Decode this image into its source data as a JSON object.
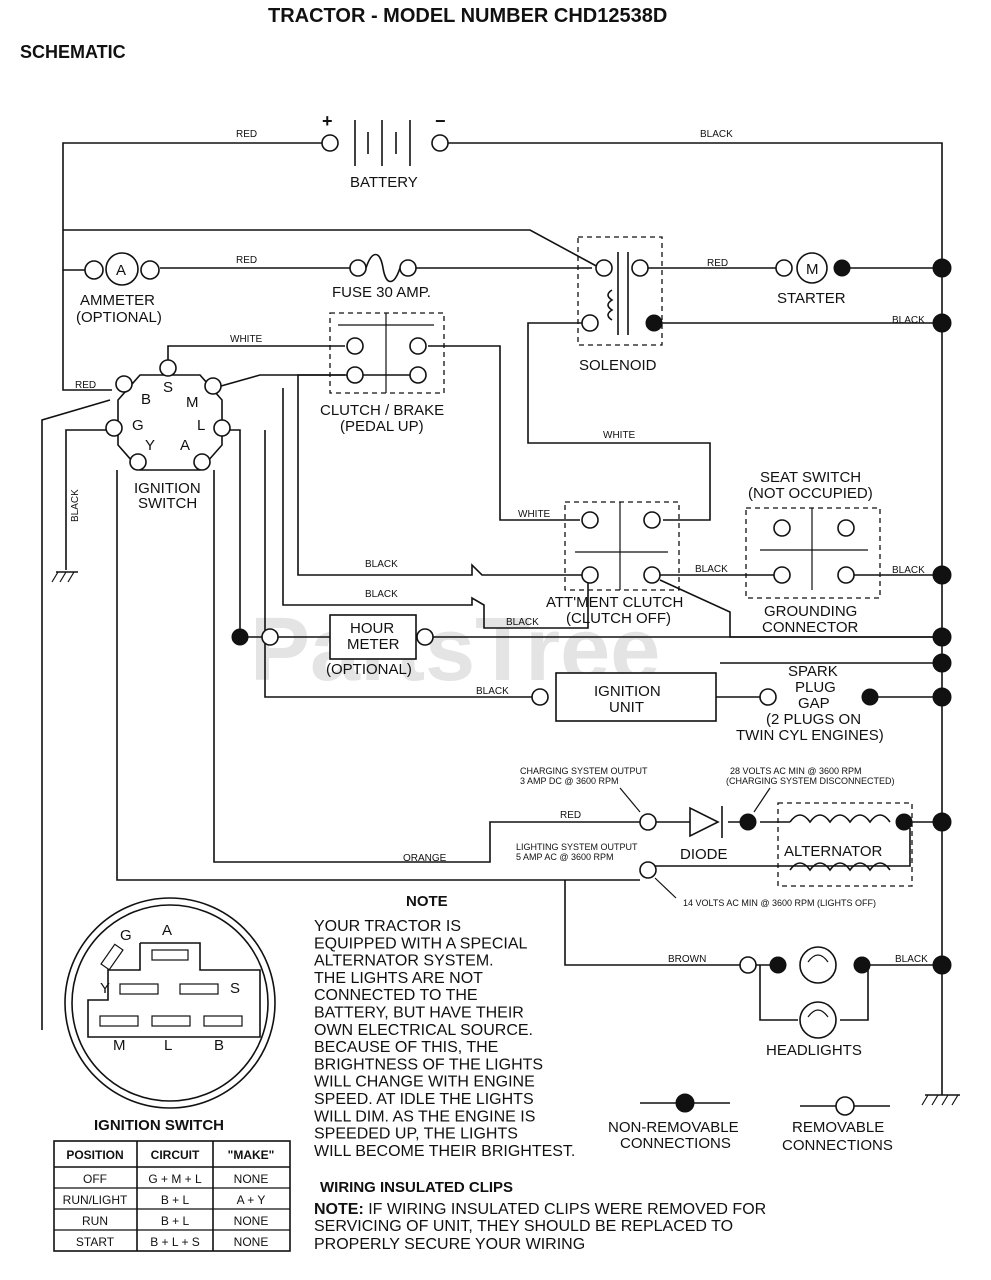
{
  "title": "TRACTOR - MODEL NUMBER CHD12538D",
  "subtitle": "SCHEMATIC",
  "watermark": "PartsTree",
  "battery": {
    "label": "BATTERY",
    "plus": "+",
    "minus": "−"
  },
  "ammeter": {
    "symbol": "A",
    "line1": "AMMETER",
    "line2": "(OPTIONAL)"
  },
  "fuse": {
    "label": "FUSE 30 AMP."
  },
  "starter": {
    "symbol": "M",
    "label": "STARTER"
  },
  "solenoid": {
    "label": "SOLENOID"
  },
  "clutch_brake": {
    "line1": "CLUTCH / BRAKE",
    "line2": "(PEDAL UP)"
  },
  "ignition_switch": {
    "line1": "IGNITION",
    "line2": "SWITCH",
    "pins": {
      "S": "S",
      "B": "B",
      "M": "M",
      "G": "G",
      "L": "L",
      "Y": "Y",
      "A": "A"
    }
  },
  "seat_switch": {
    "line1": "SEAT SWITCH",
    "line2": "(NOT OCCUPIED)"
  },
  "grounding": {
    "line1": "GROUNDING",
    "line2": "CONNECTOR"
  },
  "attment_clutch": {
    "line1": "ATT'MENT CLUTCH",
    "line2": "(CLUTCH OFF)"
  },
  "hour_meter": {
    "line1": "HOUR",
    "line2": "METER",
    "line3": "(OPTIONAL)"
  },
  "ignition_unit": {
    "line1": "IGNITION",
    "line2": "UNIT"
  },
  "spark_plug": {
    "line1": "SPARK",
    "line2": "PLUG",
    "line3": "GAP",
    "line4": "(2 PLUGS ON",
    "line5": "TWIN CYL  ENGINES)"
  },
  "charging": {
    "line1": "CHARGING SYSTEM OUTPUT",
    "line2": "3 AMP DC @ 3600 RPM",
    "r1": "28 VOLTS AC MIN  @ 3600 RPM",
    "r2": "(CHARGING SYSTEM DISCONNECTED)"
  },
  "lighting": {
    "line1": "LIGHTING SYSTEM OUTPUT",
    "line2": "5 AMP AC @ 3600 RPM",
    "r1": "14 VOLTS AC MIN  @ 3600 RPM (LIGHTS OFF)"
  },
  "diode": {
    "label": "DIODE"
  },
  "alternator": {
    "label": "ALTERNATOR"
  },
  "headlights": {
    "label": "HEADLIGHTS"
  },
  "wires": {
    "red": "RED",
    "black": "BLACK",
    "white": "WHITE",
    "orange": "ORANGE",
    "brown": "BROWN"
  },
  "note": {
    "heading": "NOTE",
    "lines": [
      "YOUR TRACTOR IS",
      "EQUIPPED WITH A SPECIAL",
      "ALTERNATOR SYSTEM.",
      "THE LIGHTS ARE NOT",
      "CONNECTED TO THE",
      "BATTERY, BUT HAVE THEIR",
      "OWN ELECTRICAL SOURCE.",
      "BECAUSE OF THIS, THE",
      "BRIGHTNESS OF THE LIGHTS",
      "WILL CHANGE WITH ENGINE",
      "SPEED.  AT IDLE THE LIGHTS",
      "WILL DIM.  AS THE ENGINE IS",
      "SPEEDED UP, THE LIGHTS",
      "WILL BECOME THEIR BRIGHTEST."
    ]
  },
  "legend": {
    "nonremovable1": "NON-REMOVABLE",
    "nonremovable2": "CONNECTIONS",
    "removable1": "REMOVABLE",
    "removable2": "CONNECTIONS"
  },
  "clips": {
    "heading": "WIRING INSULATED CLIPS",
    "note_label": "NOTE:",
    "line1": " IF WIRING INSULATED CLIPS WERE REMOVED FOR",
    "line2": "SERVICING OF UNIT, THEY SHOULD BE REPLACED TO",
    "line3": "PROPERLY SECURE YOUR WIRING"
  },
  "switch_face": {
    "A": "A",
    "G": "G",
    "Y": "Y",
    "S": "S",
    "M": "M",
    "L": "L",
    "B": "B"
  },
  "ignition_table": {
    "title": "IGNITION SWITCH",
    "headers": [
      "POSITION",
      "CIRCUIT",
      "\"MAKE\""
    ],
    "rows": [
      [
        "OFF",
        "G + M + L",
        "NONE"
      ],
      [
        "RUN/LIGHT",
        "B + L",
        "A + Y"
      ],
      [
        "RUN",
        "B + L",
        "NONE"
      ],
      [
        "START",
        "B + L + S",
        "NONE"
      ]
    ]
  }
}
